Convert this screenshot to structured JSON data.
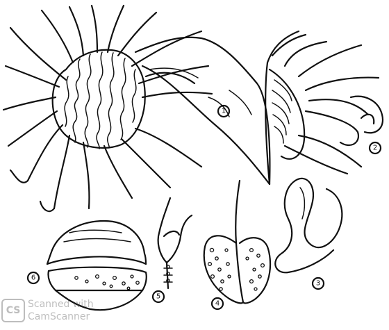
{
  "figures": [
    {
      "id": "fig-1",
      "label": "1"
    },
    {
      "id": "fig-2",
      "label": "2"
    },
    {
      "id": "fig-3",
      "label": "3"
    },
    {
      "id": "fig-4",
      "label": "4"
    },
    {
      "id": "fig-5",
      "label": "5"
    },
    {
      "id": "fig-6",
      "label": "6"
    }
  ],
  "watermark": {
    "logo": "CS",
    "line1": "Scanned with",
    "line2": "CamScanner"
  }
}
